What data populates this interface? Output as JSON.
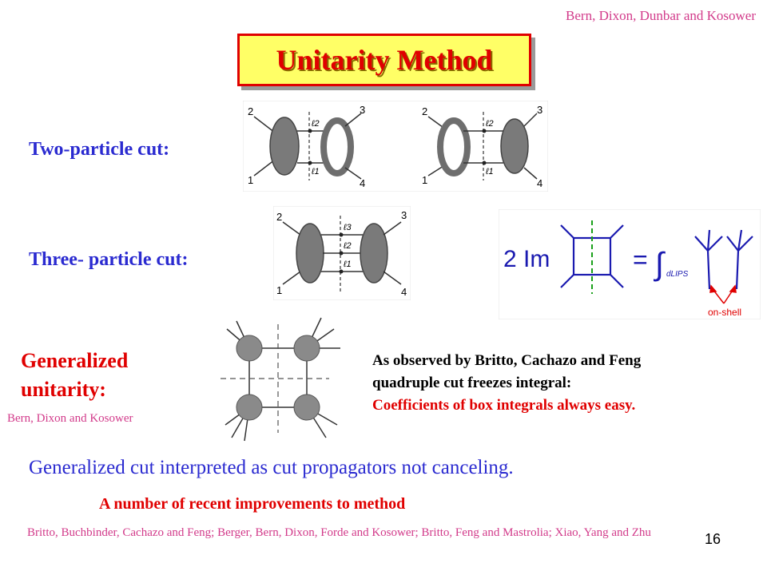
{
  "credit_top": "Bern, Dixon, Dunbar and Kosower",
  "title": "Unitarity Method",
  "two_particle": {
    "label": "Two-particle cut:",
    "leg_labels": [
      "2",
      "1",
      "3",
      "4"
    ],
    "loop_labels": [
      "ℓ2",
      "ℓ1"
    ]
  },
  "three_particle": {
    "label": "Three- particle cut:",
    "leg_labels": [
      "2",
      "1",
      "3",
      "4"
    ],
    "loop_labels": [
      "ℓ3",
      "ℓ2",
      "ℓ1"
    ]
  },
  "im_formula": {
    "lhs": "2 Im",
    "equals": "=",
    "integral": "∫",
    "subscript": "dLIPS",
    "annotation": "on-shell"
  },
  "generalized": {
    "label_line1": "Generalized",
    "label_line2": "unitarity:",
    "credit": "Bern, Dixon and Kosower"
  },
  "observation": {
    "line1": "As observed by Britto, Cachazo and Feng",
    "line2": "quadruple cut freezes integral:",
    "line3": "Coefficients of box integrals always easy."
  },
  "interpretation": "Generalized cut interpreted as cut propagators not canceling.",
  "improvements": "A number of  recent improvements to method",
  "references": "Britto, Buchbinder, Cachazo and Feng;  Berger, Bern, Dixon, Forde and Kosower; Britto,  Feng and Mastrolia; Xiao, Yang and Zhu",
  "slide_number": "16",
  "colors": {
    "blue_text": "#2a2ad0",
    "red_text": "#e00000",
    "credit_pink": "#d23a8a",
    "title_bg": "#ffff66",
    "blob_gray": "#7a7a7a"
  }
}
